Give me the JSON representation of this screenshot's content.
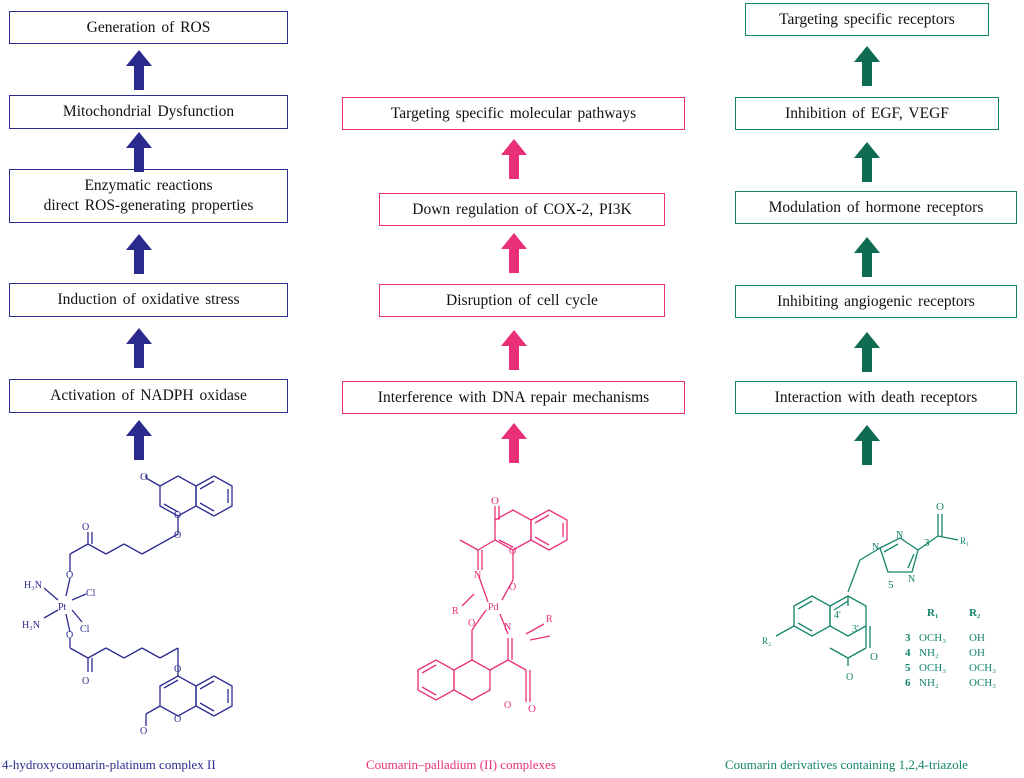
{
  "columns": {
    "platinum": {
      "color": "#2b2a8f",
      "boxes": [
        "Generation of ROS",
        "Mitochondrial  Dysfunction",
        "Enzymatic reactions\ndirect ROS-generating properties",
        "Induction  of oxidative  stress",
        "Activation  of NADPH oxidase"
      ],
      "caption": "4-hydroxycoumarin-platinum complex II",
      "labels": {
        "h3n_1": "H₃N",
        "h3n_2": "H₃N",
        "pt": "Pt",
        "cl_1": "Cl",
        "cl_2": "Cl"
      }
    },
    "palladium": {
      "color": "#ea2f79",
      "boxes": [
        "Targeting  specific  molecular  pathways",
        "Down regulation  of COX-2, PI3K",
        "Disruption  of cell cycle",
        "Interference  with  DNA repair mechanisms"
      ],
      "caption": "Coumarin–palladium (II) complexes",
      "labels": {
        "pd": "Pd",
        "r_1": "R",
        "r_2": "R"
      }
    },
    "triazole": {
      "color": "#13846a",
      "boxes": [
        "Targeting  specific  receptors",
        "Inhibition  of EGF, VEGF",
        "Modulation  of hormone receptors",
        "Inhibiting  angiogenic  receptors",
        "Interaction  with  death receptors"
      ],
      "caption": "Coumarin derivatives containing 1,2,4-triazole",
      "labels": {
        "n_1": "N",
        "n_2": "N",
        "n_3": "N",
        "num_3": "3",
        "num_5": "5",
        "num_4p": "4'",
        "num_3p": "3'",
        "r1_sub": "R₁",
        "r2_sub": "R₂"
      },
      "table": {
        "headers": [
          "R₁",
          "R₂"
        ],
        "rows": [
          {
            "id": "3",
            "r1": "OCH₃",
            "r2": "OH"
          },
          {
            "id": "4",
            "r1": "NH₂",
            "r2": "OH"
          },
          {
            "id": "5",
            "r1": "OCH₃",
            "r2": "OCH₃"
          },
          {
            "id": "6",
            "r1": "NH₂",
            "r2": "OCH₃"
          }
        ]
      }
    }
  }
}
